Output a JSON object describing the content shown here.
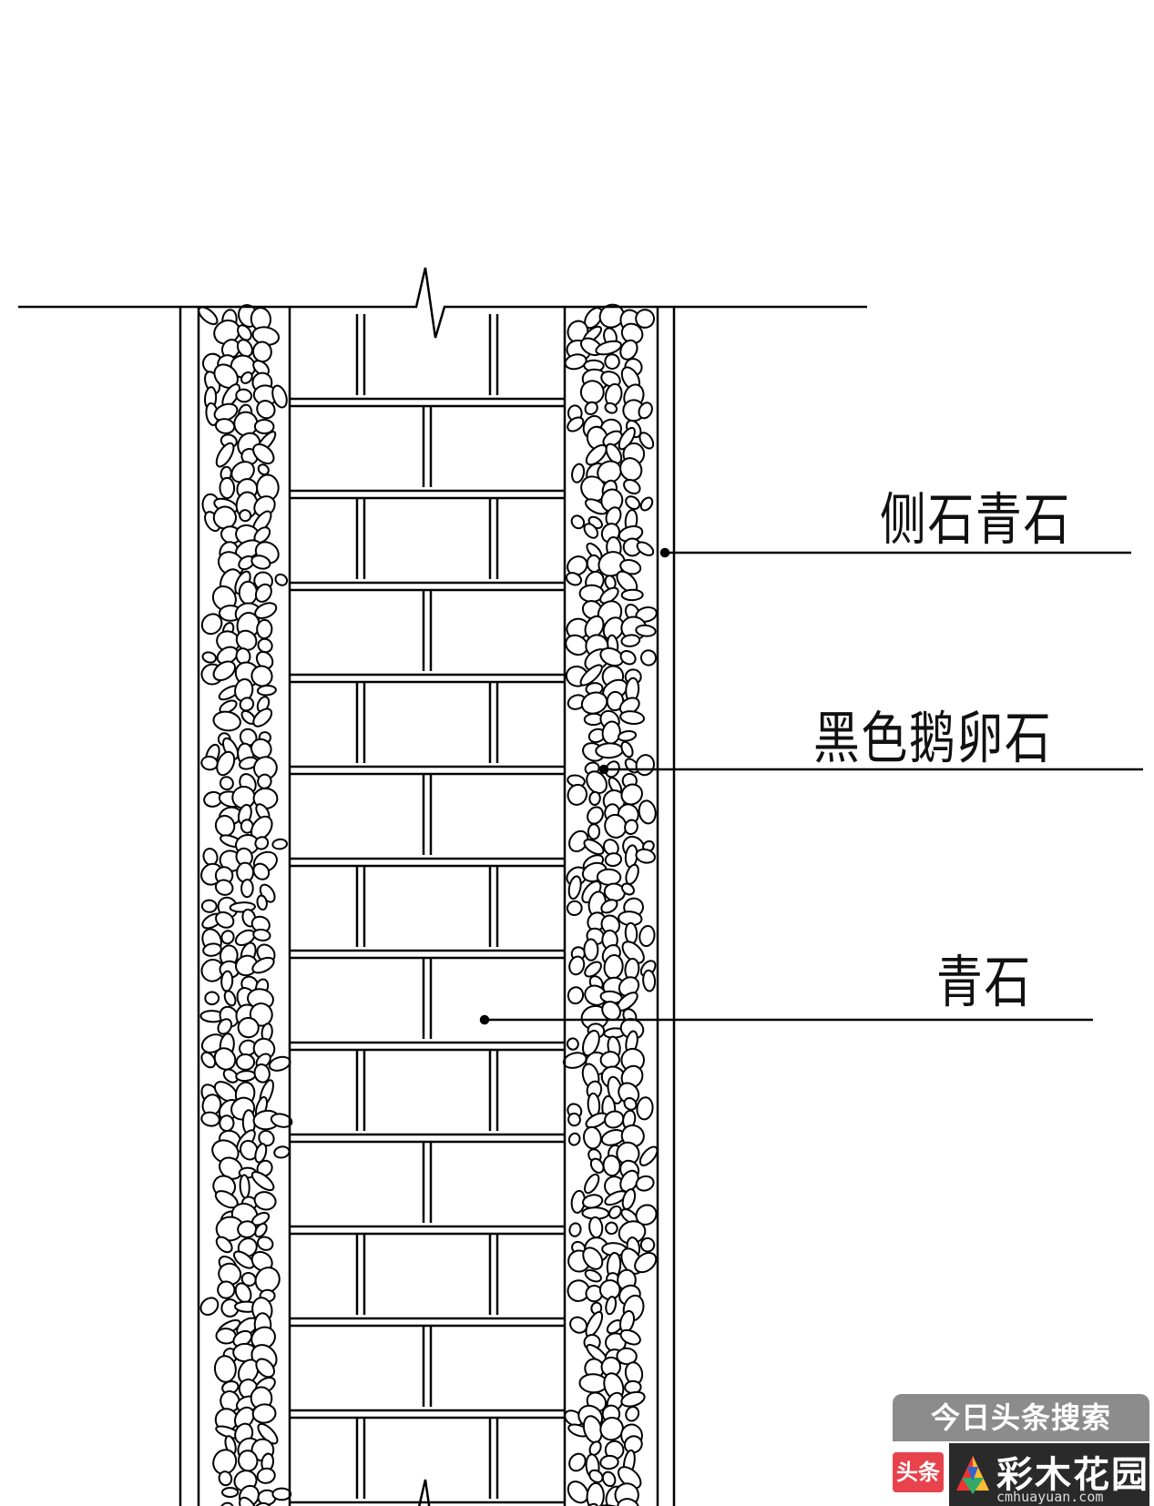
{
  "labels": {
    "side_stone": "侧石青石",
    "pebble": "黑色鹅卵石",
    "bluestone": "青石"
  },
  "watermark": {
    "search_text": "今日头条搜索",
    "toutiao_badge": "头条",
    "site_name": "彩木花园",
    "site_url": "cmhuayuan.com"
  }
}
